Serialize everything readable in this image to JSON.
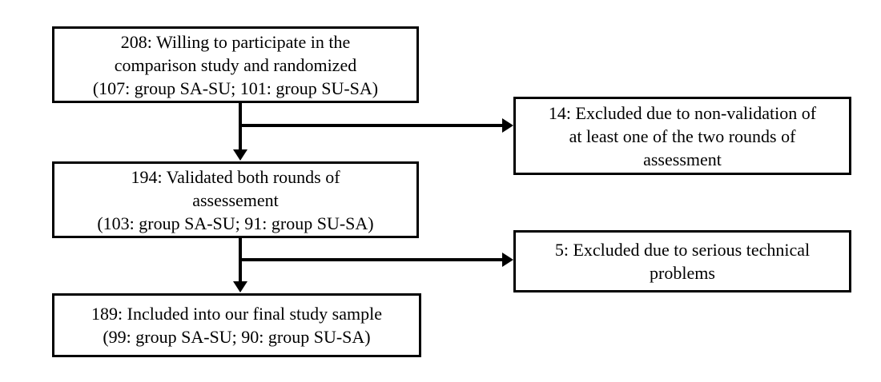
{
  "diagram": {
    "type": "participant-flowchart",
    "background_color": "#ffffff",
    "line_color": "#000000",
    "boxes": [
      {
        "name": "randomized",
        "lines": [
          "208: Willing to participate in the",
          "comparison study and randomized",
          "(107: group SA-SU; 101: group SU-SA)"
        ]
      },
      {
        "name": "validated",
        "lines": [
          "194: Validated both rounds of",
          "assessement",
          "(103: group SA-SU; 91: group SU-SA)"
        ]
      },
      {
        "name": "final-sample",
        "lines": [
          "189: Included into our final study sample",
          "(99: group SA-SU; 90: group SU-SA)"
        ]
      },
      {
        "name": "excluded-nonvalidation",
        "lines": [
          "14: Excluded due to non-validation of",
          "at least one of the two rounds of",
          "assessment"
        ]
      },
      {
        "name": "excluded-technical",
        "lines": [
          "5: Excluded due to serious technical",
          "problems"
        ]
      }
    ]
  }
}
